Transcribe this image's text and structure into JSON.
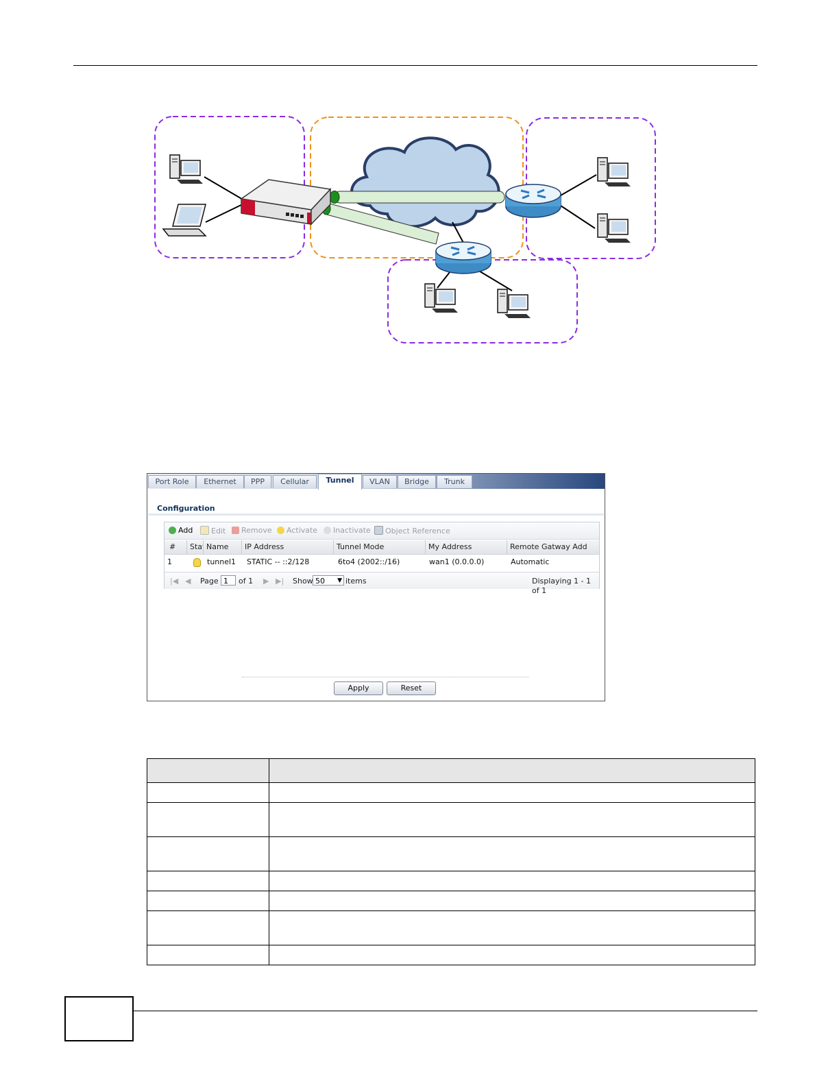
{
  "colors": {
    "zone_dashed": "#8a2be2",
    "internet_dashed": "#f29111",
    "tunnel_fill": "#dbeed6",
    "tunnel_cap": "#1e8f1e",
    "router_blue": "#4f9fd6"
  },
  "screen": {
    "tabs": [
      "Port Role",
      "Ethernet",
      "PPP",
      "Cellular",
      "Tunnel",
      "VLAN",
      "Bridge",
      "Trunk"
    ],
    "active_tab": "Tunnel",
    "section_title": "Configuration",
    "toolbar": {
      "add": "Add",
      "edit": "Edit",
      "remove": "Remove",
      "activate": "Activate",
      "inactivate": "Inactivate",
      "object_reference": "Object Reference"
    },
    "columns": [
      "#",
      "Stat",
      "Name",
      "IP Address",
      "Tunnel Mode",
      "My Address",
      "Remote Gatway Addres"
    ],
    "row": {
      "index": "1",
      "status_icon": "lightbulb-on-icon",
      "name": "tunnel1",
      "ip_address": "STATIC -- ::2/128",
      "tunnel_mode": "6to4 (2002::/16)",
      "my_address": "wan1 (0.0.0.0)",
      "remote_gateway": "Automatic"
    },
    "pager": {
      "page_label": "Page",
      "page_value": "1",
      "of_label": "of 1",
      "show_label": "Show",
      "show_value": "50",
      "items_label": "items",
      "displaying": "Displaying 1 - 1 of 1"
    },
    "apply": "Apply",
    "reset": "Reset"
  }
}
